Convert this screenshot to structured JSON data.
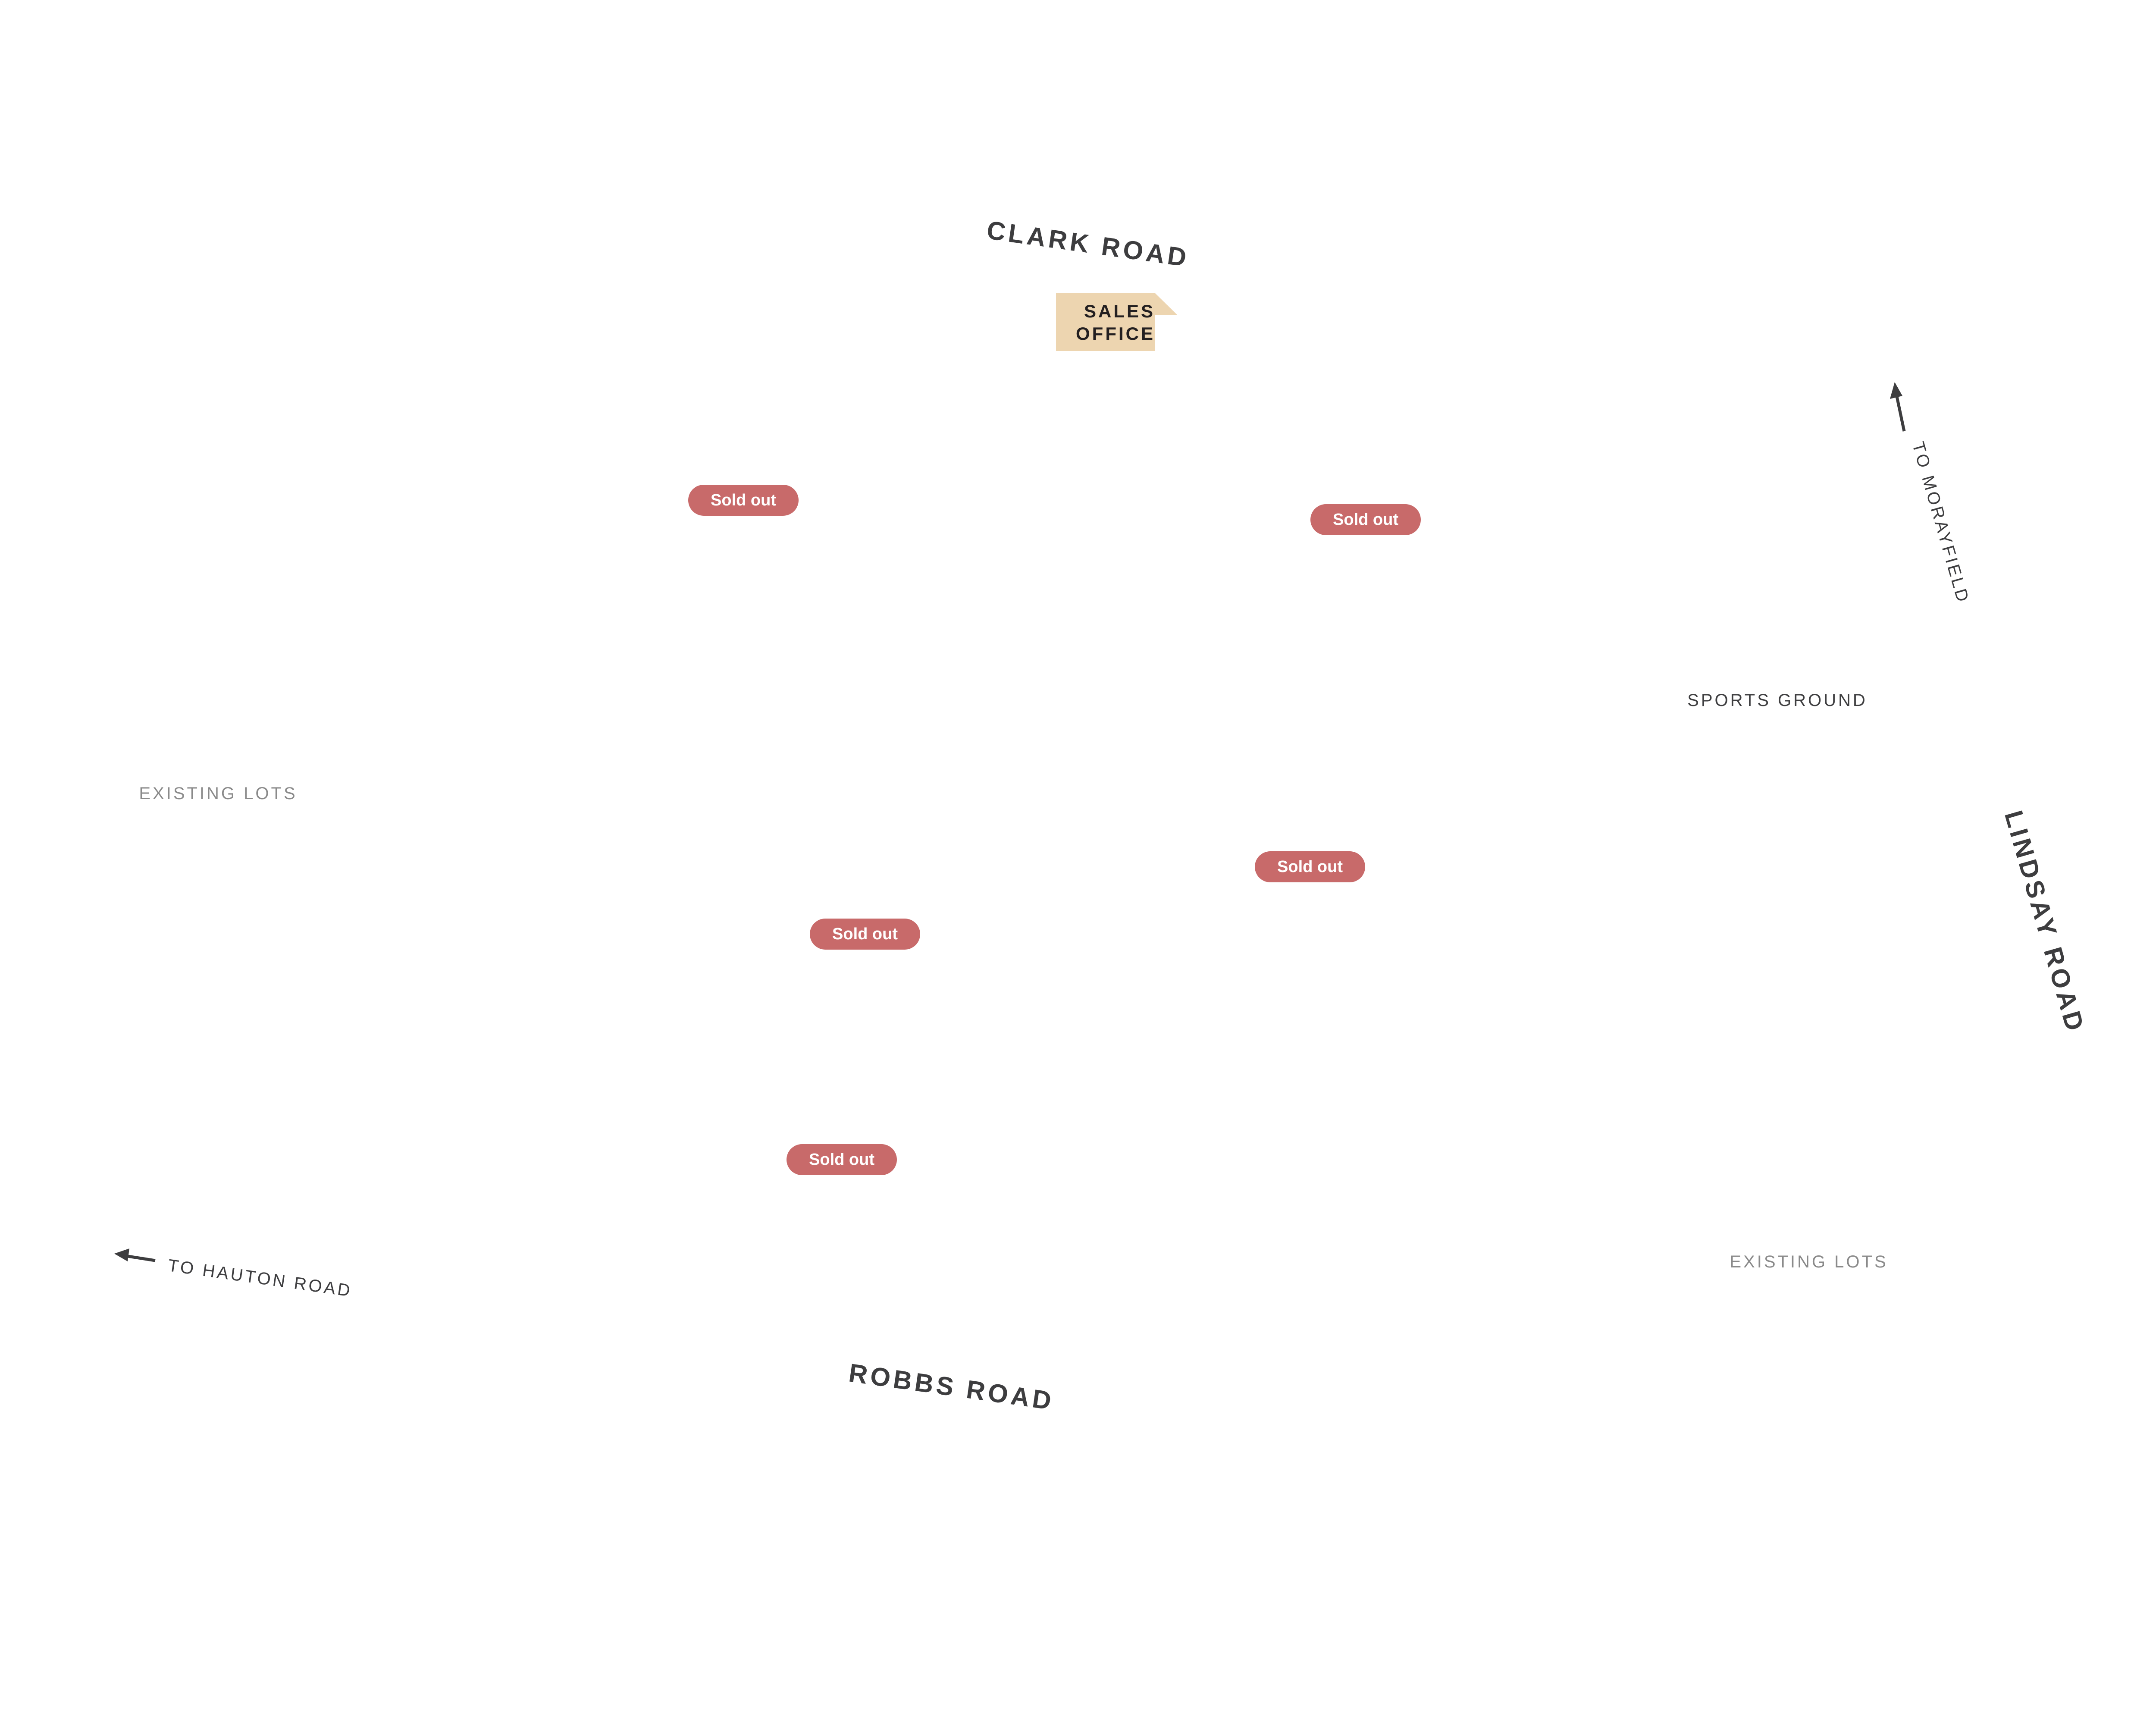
{
  "roads": {
    "clark": "CLARK ROAD",
    "robbs": "ROBBS ROAD",
    "lindsay": "LINDSAY ROAD"
  },
  "sales_office": {
    "line1": "SALES",
    "line2": "OFFICE",
    "color": "#edd5b0"
  },
  "directions": {
    "morayfield": "TO MORAYFIELD",
    "hauton": "TO HAUTON ROAD"
  },
  "areas": {
    "sports_ground": "SPORTS GROUND",
    "existing_lots_west": "EXISTING LOTS",
    "existing_lots_east": "EXISTING LOTS"
  },
  "badges": [
    "Sold out",
    "Sold out",
    "Sold out",
    "Sold out",
    "Sold out"
  ],
  "colors": {
    "sold_out": "#c86a6a",
    "text": "#3d3d3f",
    "muted": "#8a8a8a"
  }
}
